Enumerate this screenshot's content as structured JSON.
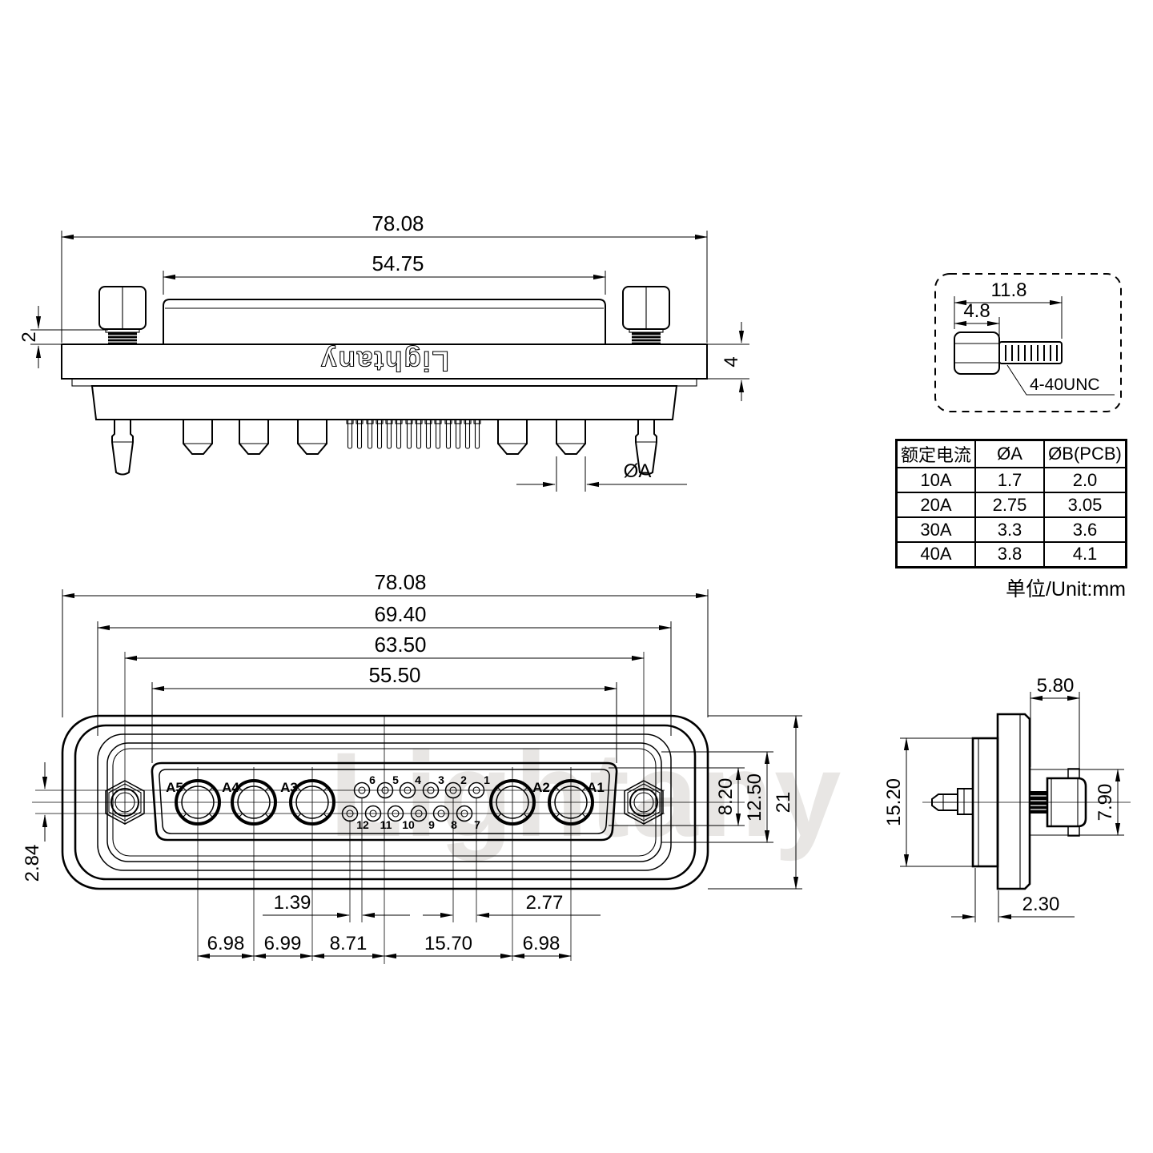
{
  "brand": {
    "engraving": "Lightany",
    "watermark": "Lightany"
  },
  "views": {
    "top": {
      "dim_overall_width": "78.08",
      "dim_shell_width": "54.75",
      "dim_thread_gap": "2",
      "dim_flange_thickness": "4",
      "dim_pin_diameter": "ØA"
    },
    "screw_detail": {
      "dim_total_length": "11.8",
      "dim_head_length": "4.8",
      "thread_spec": "4-40UNC"
    },
    "front": {
      "dim_width_outer": "78.08",
      "dim_width_gasket": "69.40",
      "dim_hole_spacing": "63.50",
      "dim_insert_width": "55.50",
      "dim_insert_height": "8.20",
      "dim_recess_height": "12.50",
      "dim_height": "21",
      "dim_row_offset": "2.84",
      "dim_stagger": "1.39",
      "dim_pitch": "2.77",
      "dim_a5_a4": "6.98",
      "dim_a4_a3": "6.99",
      "dim_a3_center": "8.71",
      "dim_center_a2": "15.70",
      "dim_a2_a1": "6.98",
      "large_pins": [
        "A5",
        "A4",
        "A3",
        "A2",
        "A1"
      ],
      "small_pins_top": [
        "6",
        "5",
        "4",
        "3",
        "2",
        "1"
      ],
      "small_pins_bottom": [
        "12",
        "11",
        "10",
        "9",
        "8",
        "7"
      ]
    },
    "side": {
      "dim_screw_protrusion": "5.80",
      "dim_shell_height": "15.20",
      "dim_screw_height": "7.90",
      "dim_shell_depth": "2.30"
    }
  },
  "table": {
    "headers": [
      "额定电流",
      "ØA",
      "ØB(PCB)"
    ],
    "rows": [
      [
        "10A",
        "1.7",
        "2.0"
      ],
      [
        "20A",
        "2.75",
        "3.05"
      ],
      [
        "30A",
        "3.3",
        "3.6"
      ],
      [
        "40A",
        "3.8",
        "4.1"
      ]
    ],
    "unit_note": "单位/Unit:mm"
  }
}
